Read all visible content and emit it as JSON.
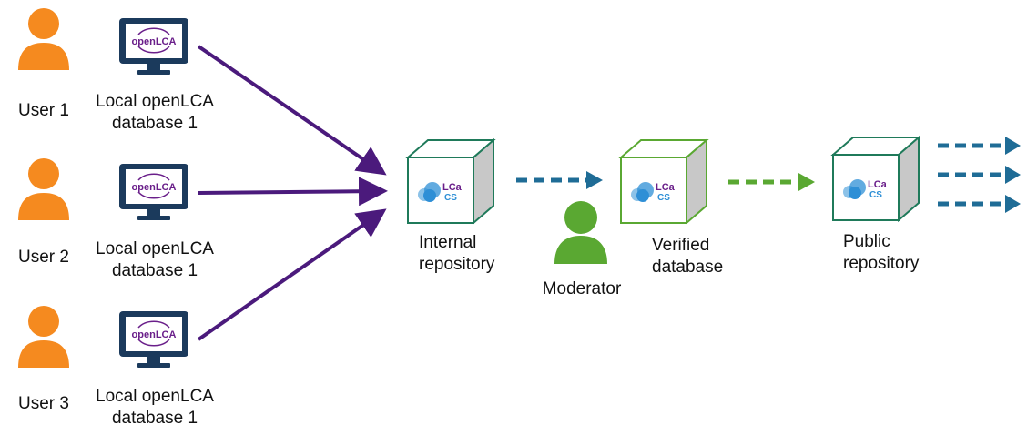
{
  "colors": {
    "user": "#f58a1f",
    "moderator": "#5aa832",
    "monitor": "#1b3a5c",
    "openlca_text": "#6a1f8a",
    "arrow_purple": "#4b1a7c",
    "arrow_blue": "#1f6c96",
    "arrow_green": "#5aa832",
    "cube_internal_edge": "#1f7a5a",
    "cube_verified_edge": "#5aa832",
    "cube_public_edge": "#1f7a5a",
    "cube_side": "#c8c8c8",
    "cloud": "#2e8fd6",
    "lca_text": "#6a1f8a",
    "cs_text": "#2e8fd6"
  },
  "icons": {
    "user": "user-icon",
    "monitor": "monitor-icon",
    "cube": "repository-cube-icon",
    "cloud": "cloud-icon"
  },
  "monitor_logo": "openLCA",
  "cube_logo": {
    "lca": "LCa",
    "cs": "CS"
  },
  "users": [
    {
      "label": "User 1",
      "db_line1": "Local openLCA",
      "db_line2": "database 1"
    },
    {
      "label": "User 2",
      "db_line1": "Local openLCA",
      "db_line2": "database 1"
    },
    {
      "label": "User 3",
      "db_line1": "Local openLCA",
      "db_line2": "database 1"
    }
  ],
  "repositories": {
    "internal": {
      "line1": "Internal",
      "line2": "repository"
    },
    "verified": {
      "line1": "Verified",
      "line2": "database"
    },
    "public": {
      "line1": "Public",
      "line2": "repository"
    }
  },
  "moderator": {
    "label": "Moderator"
  }
}
